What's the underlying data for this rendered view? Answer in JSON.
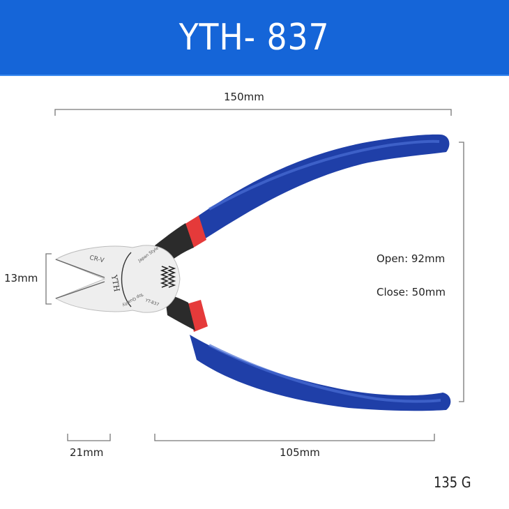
{
  "header": {
    "title": "YTH- 837",
    "background_color": "#1565d8"
  },
  "product": {
    "type": "diagonal cutting pliers",
    "blade_text": "CR-V",
    "head_text": [
      "Japan Style",
      "Quality",
      "Top",
      "YT-837"
    ],
    "brand_mark": "YTH",
    "handle_color": "#1f3fa8",
    "band_color": "#e53a3a"
  },
  "dimensions": {
    "total_length": "150mm",
    "jaw_width": "13mm",
    "open": "Open: 92mm",
    "close": "Close: 50mm",
    "jaw_length": "21mm",
    "handle_length": "105mm"
  },
  "weight": "135 G"
}
